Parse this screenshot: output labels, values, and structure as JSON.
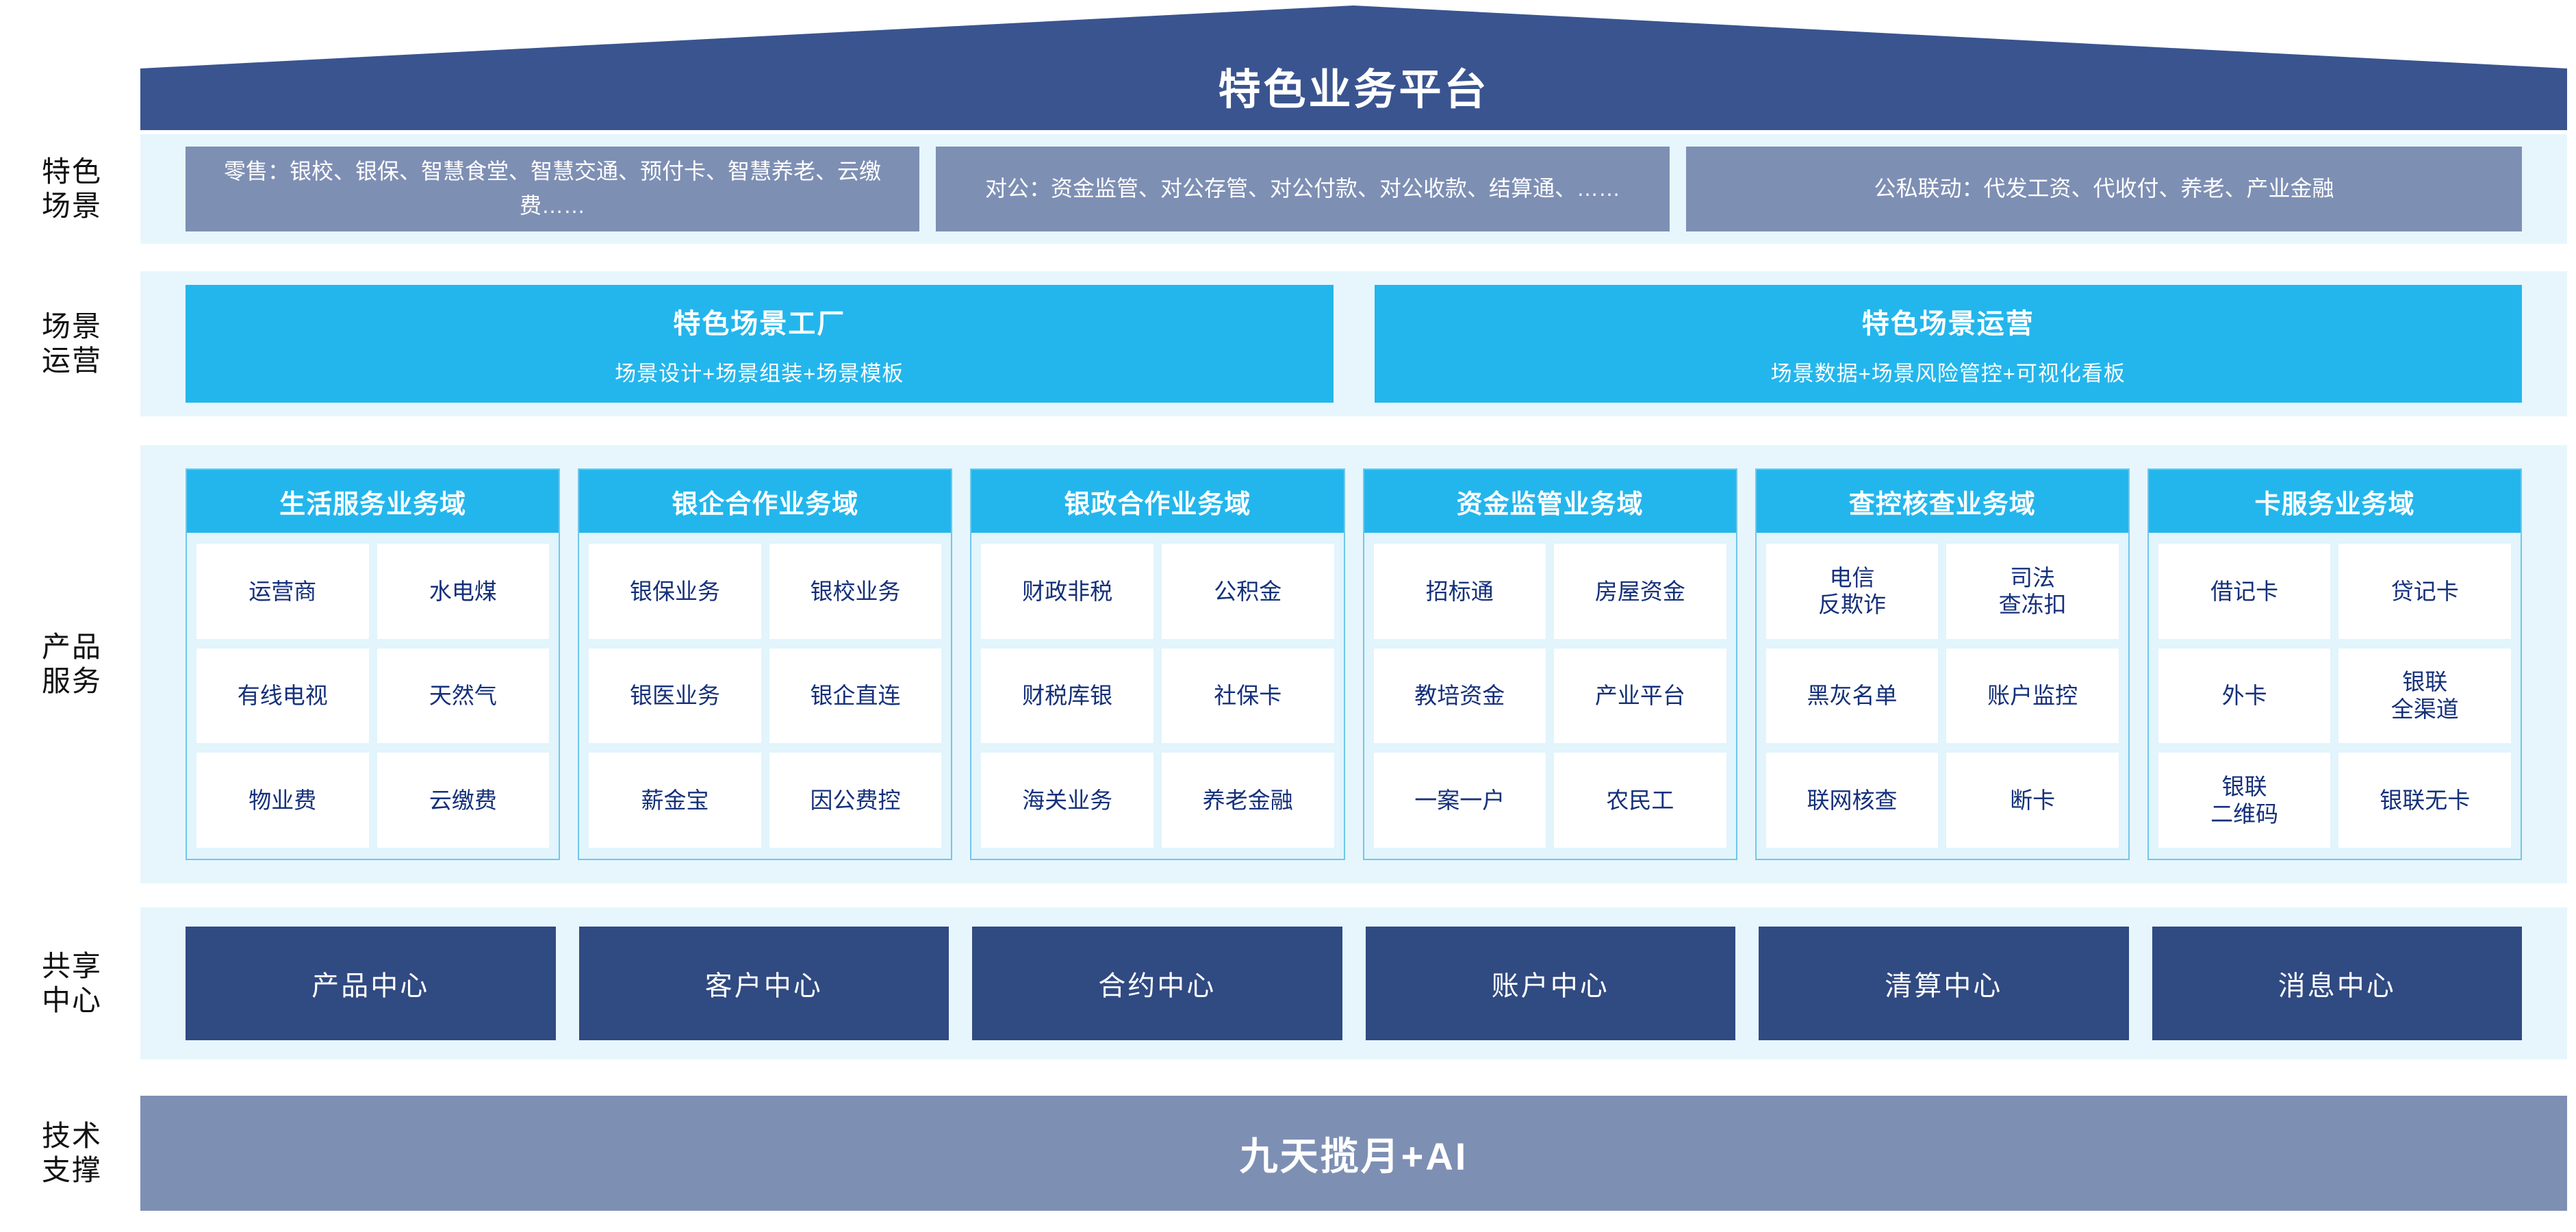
{
  "header": {
    "title": "特色业务平台"
  },
  "row_labels": {
    "scenarios": "特色\n场景",
    "scene_ops": "场景\n运营",
    "product_service": "产品\n服务",
    "shared_center": "共享\n中心",
    "tech_support": "技术\n支撑"
  },
  "colors": {
    "navy": "#304a82",
    "roof_navy": "#3a5490",
    "gray_blue": "#7e8fb4",
    "cyan": "#23b6ec",
    "panel_light": "#e7f6fd",
    "domain_bg": "#e2f4fc",
    "domain_border": "#6fc8ea",
    "cell_text": "#15307a",
    "white": "#ffffff"
  },
  "scenarios": {
    "boxes": [
      {
        "text": "零售：银校、银保、智慧食堂、智慧交通、预付卡、智慧养老、云缴费……"
      },
      {
        "text": "对公：资金监管、对公存管、对公付款、对公收款、结算通、……"
      },
      {
        "text": "公私联动：代发工资、代收付、养老、产业金融"
      }
    ]
  },
  "scene_ops": {
    "boxes": [
      {
        "title": "特色场景工厂",
        "subtitle": "场景设计+场景组装+场景模板"
      },
      {
        "title": "特色场景运营",
        "subtitle": "场景数据+场景风险管控+可视化看板"
      }
    ]
  },
  "product_service": {
    "domains": [
      {
        "title": "生活服务业务域",
        "cells": [
          "运营商",
          "水电煤",
          "有线电视",
          "天然气",
          "物业费",
          "云缴费"
        ]
      },
      {
        "title": "银企合作业务域",
        "cells": [
          "银保业务",
          "银校业务",
          "银医业务",
          "银企直连",
          "薪金宝",
          "因公费控"
        ]
      },
      {
        "title": "银政合作业务域",
        "cells": [
          "财政非税",
          "公积金",
          "财税库银",
          "社保卡",
          "海关业务",
          "养老金融"
        ]
      },
      {
        "title": "资金监管业务域",
        "cells": [
          "招标通",
          "房屋资金",
          "教培资金",
          "产业平台",
          "一案一户",
          "农民工"
        ]
      },
      {
        "title": "查控核查业务域",
        "cells": [
          "电信\n反欺诈",
          "司法\n查冻扣",
          "黑灰名单",
          "账户监控",
          "联网核查",
          "断卡"
        ]
      },
      {
        "title": "卡服务业务域",
        "cells": [
          "借记卡",
          "贷记卡",
          "外卡",
          "银联\n全渠道",
          "银联\n二维码",
          "银联无卡"
        ]
      }
    ]
  },
  "shared_center": {
    "boxes": [
      "产品中心",
      "客户中心",
      "合约中心",
      "账户中心",
      "清算中心",
      "消息中心"
    ]
  },
  "tech_support": {
    "label": "九天揽月+AI"
  }
}
